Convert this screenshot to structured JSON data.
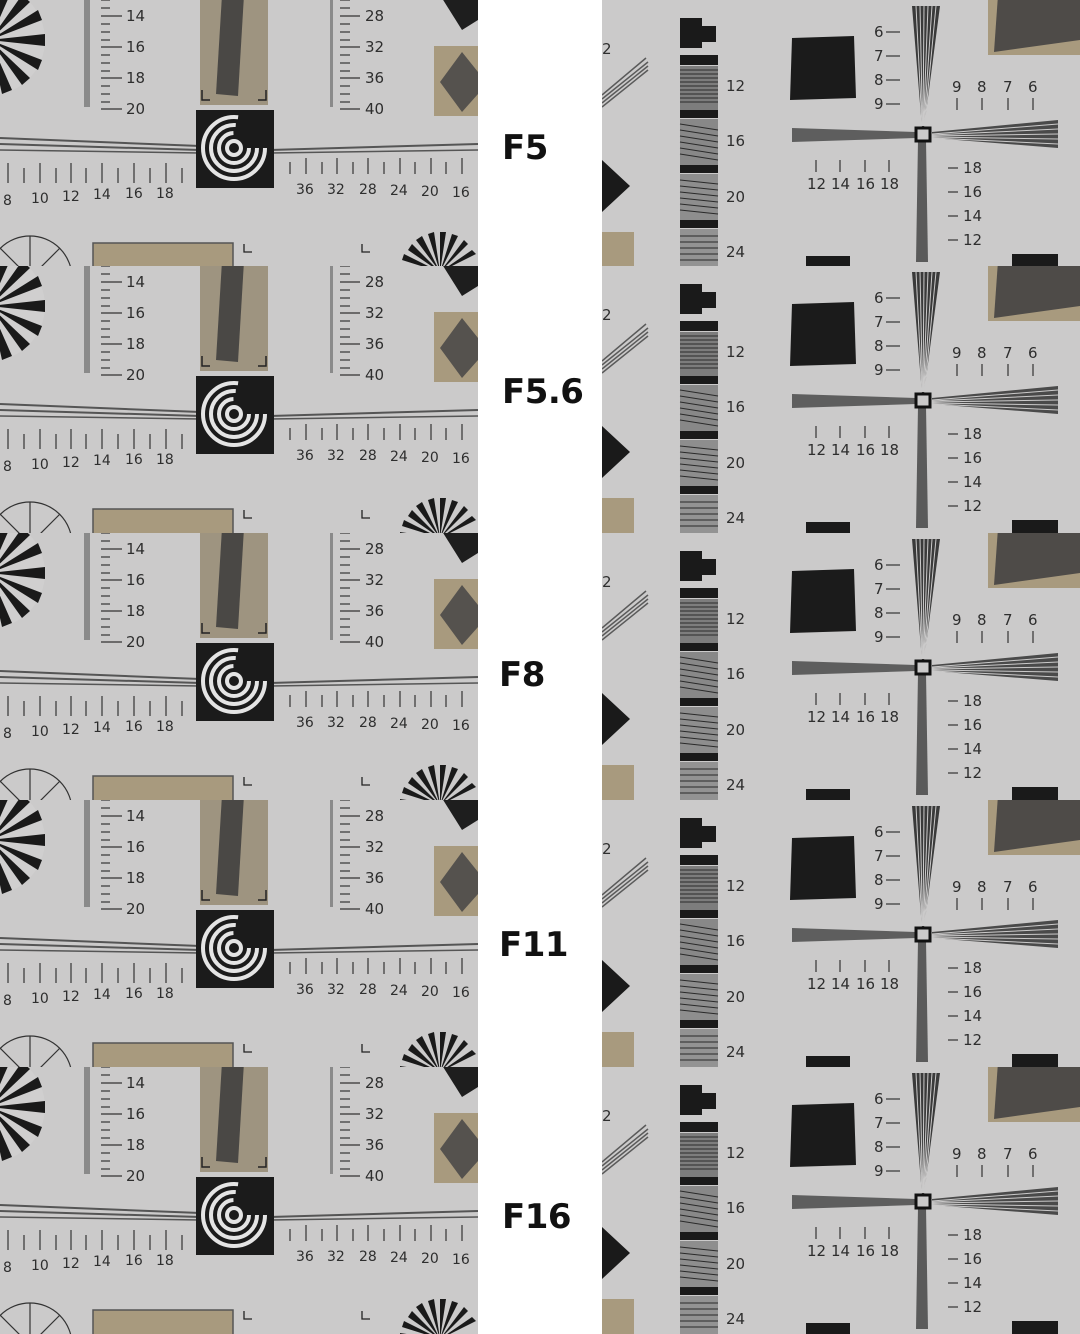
{
  "apertures": [
    "F5",
    "F5.6",
    "F8",
    "F11",
    "F16"
  ],
  "left_chart": {
    "vertical_scale_1": [
      "14",
      "16",
      "18",
      "20"
    ],
    "vertical_scale_2": [
      "28",
      "32",
      "36",
      "40"
    ],
    "horizontal_scale_left": [
      "8",
      "10",
      "12",
      "14",
      "16",
      "18"
    ],
    "horizontal_scale_right": [
      "36",
      "32",
      "28",
      "24",
      "20",
      "16"
    ]
  },
  "right_chart": {
    "bar_labels": [
      "12",
      "16",
      "20",
      "24"
    ],
    "edge_label": "2",
    "top_scale": [
      "6",
      "7",
      "8",
      "9"
    ],
    "top_right_scale": [
      "9",
      "8",
      "7",
      "6"
    ],
    "left_scale": [
      "12",
      "14",
      "16",
      "18"
    ],
    "bottom_scale": [
      "18",
      "16",
      "14",
      "12"
    ]
  },
  "colors": {
    "chart_background": "#c9c8c8",
    "chart_ink": "#2e2e2e",
    "patch_tan": "#a89a7e",
    "patch_gray": "#5c5955"
  }
}
